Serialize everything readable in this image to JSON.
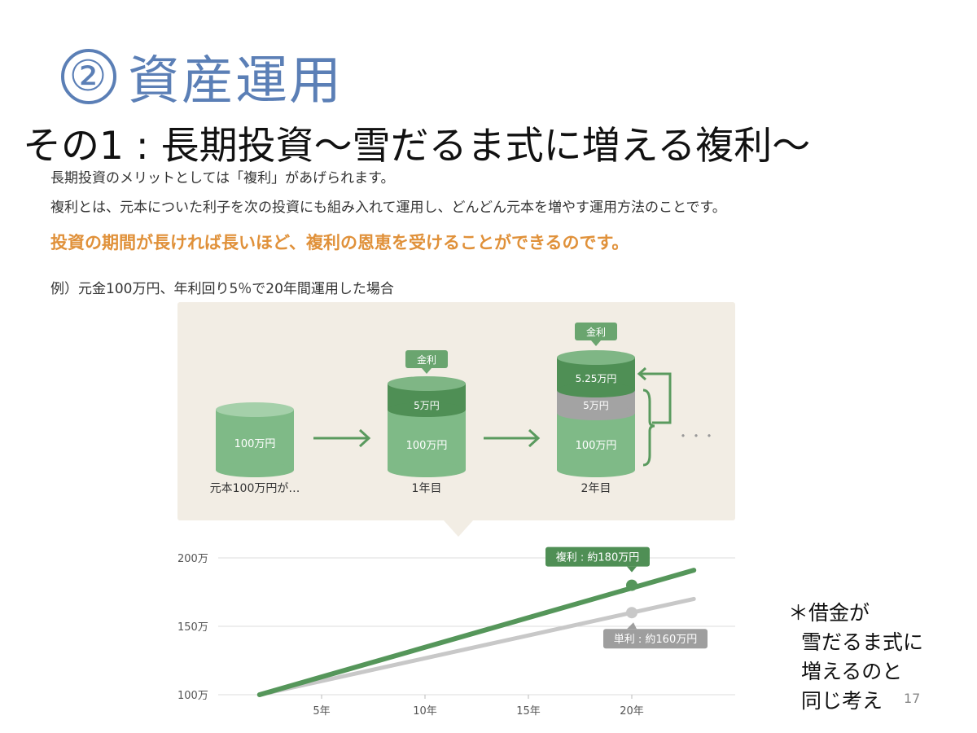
{
  "slide": {
    "circled_number": "②",
    "title": "資産運用",
    "subtitle": "その1 : 長期投資～雪だるま式に増える複利～",
    "paragraph1": "長期投資のメリットとしては「複利」があげられます。",
    "paragraph2": "複利とは、元本についた利子を次の投資にも組み入れて運用し、どんどん元本を増やす運用方法のことです。",
    "highlight": "投資の期間が長ければ長いほど、複利の恩恵を受けることができるのです。",
    "example": "例）元金100万円、年利回り5％で20年間運用した場合",
    "note_lines": [
      "＊借金が",
      "雪だるま式に",
      "増えるのと",
      "同じ考え"
    ],
    "page_number": "17"
  },
  "diagram": {
    "colors": {
      "principal": "#7fba87",
      "interest": "#4f8f55",
      "prev_interest": "#a3a3a3",
      "arrow": "#5a9a5e",
      "badge": "#6aa56f",
      "panel": "#f2ede4"
    },
    "cyl0_label": "100万円",
    "cyl0_caption": "元本100万円が…",
    "cyl1_principal": "100万円",
    "cyl1_interest": "5万円",
    "cyl1_badge": "金利",
    "cyl1_caption": "1年目",
    "cyl2_principal": "100万円",
    "cyl2_prev_interest": "5万円",
    "cyl2_interest": "5.25万円",
    "cyl2_badge": "金利",
    "cyl2_caption": "2年目",
    "ellipsis": "・・・"
  },
  "chart_data": {
    "type": "line",
    "x_ticks": [
      "5年",
      "10年",
      "15年",
      "20年"
    ],
    "y_ticks": [
      "100万",
      "150万",
      "200万"
    ],
    "ylim": [
      100,
      200
    ],
    "xlim": [
      0,
      25
    ],
    "series": [
      {
        "name": "単利",
        "color": "#c8c8c8",
        "points": [
          [
            2,
            100
          ],
          [
            23,
            170
          ]
        ],
        "marker": [
          20,
          160
        ],
        "label": "単利 : 約160万円",
        "label_color": "#9e9e9e"
      },
      {
        "name": "複利",
        "color": "#55965a",
        "points": [
          [
            2,
            100
          ],
          [
            23,
            191
          ]
        ],
        "marker": [
          20,
          180
        ],
        "label": "複利 : 約180万円",
        "label_color": "#4f8f55"
      }
    ]
  }
}
